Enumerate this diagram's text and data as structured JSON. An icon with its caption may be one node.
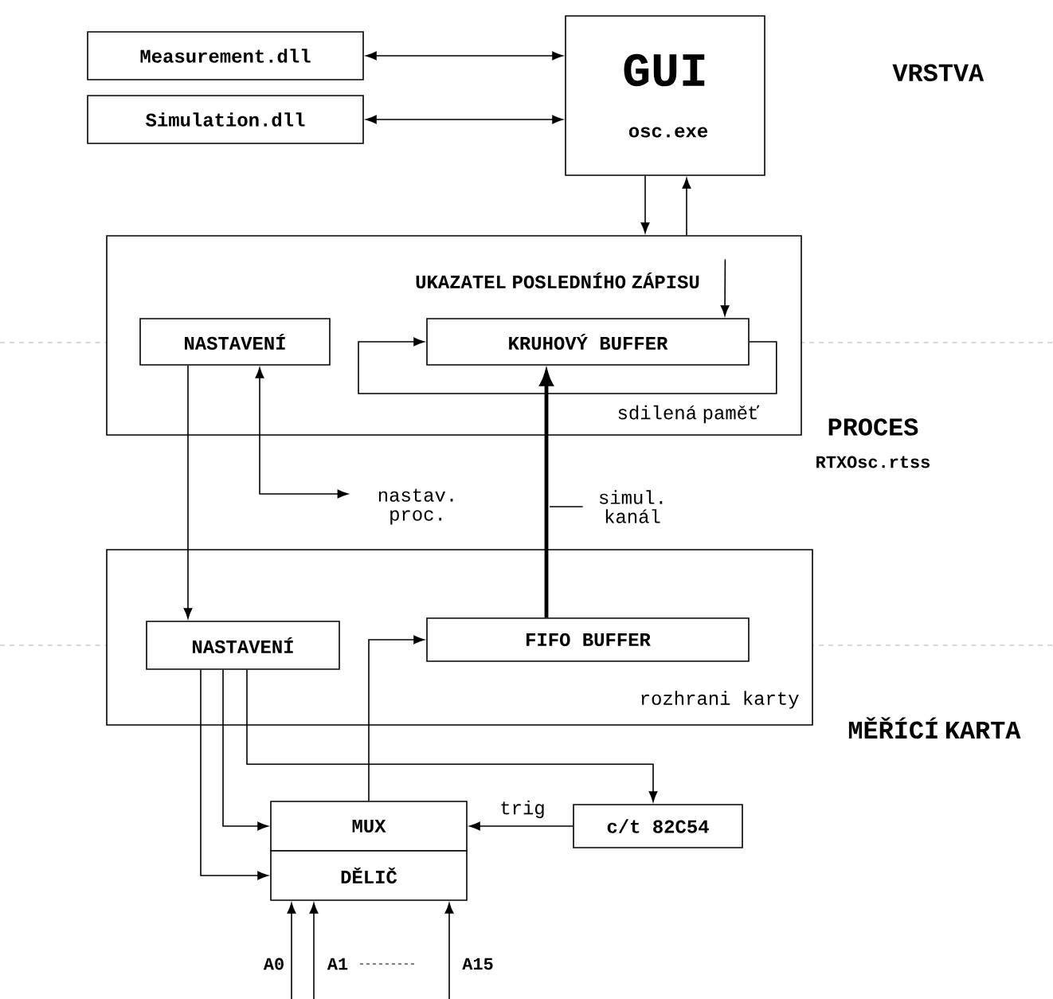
{
  "diagram": {
    "nodes": [
      {
        "text": [
          "Measurement.dll"
        ]
      },
      {
        "text": [
          "Simulation.dll"
        ]
      },
      {
        "text": [
          "GUI",
          "osc.exe"
        ]
      },
      {
        "text": [],
        "shape": "box"
      },
      {
        "text": [
          "UKAZATEL POSLEDNÍHO ZÁPISU"
        ],
        "in": 3
      },
      {
        "text": [
          "NASTAVENÍ"
        ],
        "in": 3
      },
      {
        "text": [
          "KRUHOVÝ BUFFER"
        ],
        "in": 3
      },
      {
        "text": [
          "nastav. proc."
        ]
      },
      {
        "text": [
          "rozhrani karty"
        ]
      },
      {
        "text": [
          "NASTAVENÍ"
        ],
        "in": 8
      },
      {
        "text": [
          "FIFO BUFFER"
        ],
        "in": 8
      },
      {
        "text": [
          "MUX"
        ]
      },
      {
        "text": [
          "DĚLIČ"
        ]
      },
      {
        "text": [
          "c/t 82C54"
        ]
      }
    ],
    "edges": [
      {
        "from": 0,
        "to": 2,
        "arrow": "both"
      },
      {
        "from": 1,
        "to": 2,
        "arrow": "both"
      },
      {
        "from": 2,
        "to": 3,
        "arrow": "to"
      },
      {
        "from": 3,
        "to": 2,
        "arrow": "to"
      },
      {
        "from": 4,
        "to": 6,
        "arrow": "to"
      },
      {
        "from": 6,
        "to": 6,
        "arrow": "to",
        "label": "sdilená paměť"
      },
      {
        "from": 5,
        "to": 7,
        "arrow": "both"
      },
      {
        "from": 5,
        "to": 9,
        "arrow": "to"
      },
      {
        "from": 10,
        "to": 6,
        "arrow": "to",
        "style": "thick",
        "label": "simul. kanál"
      },
      {
        "from": 11,
        "to": 10,
        "arrow": "to"
      },
      {
        "from": 9,
        "to": 11,
        "arrow": "to"
      },
      {
        "from": 9,
        "to": 12,
        "arrow": "to"
      },
      {
        "from": 9,
        "to": 13,
        "arrow": "to"
      },
      {
        "from": 13,
        "to": 11,
        "arrow": "to",
        "label": "trig"
      },
      {
        "from": null,
        "to": 12,
        "arrow": "to"
      },
      {
        "from": null,
        "to": 12,
        "arrow": "to"
      },
      {
        "from": null,
        "to": 12,
        "arrow": "to"
      }
    ],
    "labels": [
      "VRSTVA",
      "PROCES",
      "RTXOsc.rtss",
      "MĚŘÍCÍ KARTA",
      "A0",
      "A1",
      "A15"
    ]
  }
}
